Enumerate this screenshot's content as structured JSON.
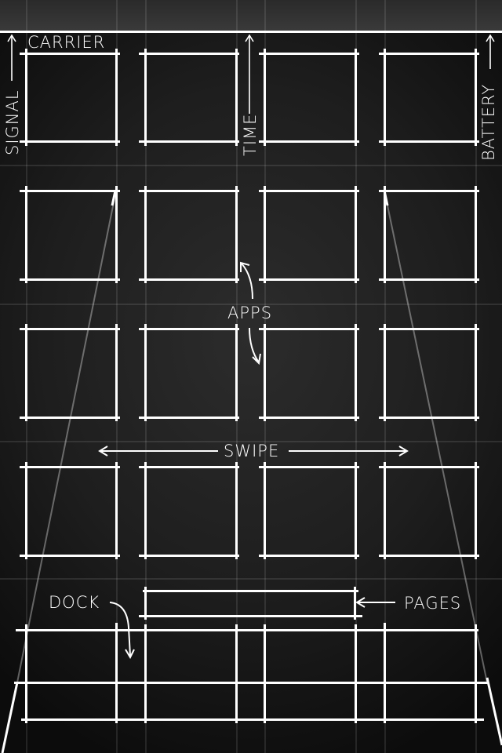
{
  "status_bar": {
    "signal_label": "SIGNAL",
    "carrier_label": "CARRIER",
    "time_label": "TIME",
    "battery_label": "BATTERY"
  },
  "annotations": {
    "apps_label": "APPS",
    "swipe_label": "SWIPE",
    "dock_label": "DOCK",
    "pages_label": "PAGES"
  },
  "home_grid": {
    "columns": 4,
    "rows": 4,
    "app_slots": [
      {
        "row": 1,
        "col": 1
      },
      {
        "row": 1,
        "col": 2
      },
      {
        "row": 1,
        "col": 3
      },
      {
        "row": 1,
        "col": 4
      },
      {
        "row": 2,
        "col": 1
      },
      {
        "row": 2,
        "col": 2
      },
      {
        "row": 2,
        "col": 3
      },
      {
        "row": 2,
        "col": 4
      },
      {
        "row": 3,
        "col": 1
      },
      {
        "row": 3,
        "col": 2
      },
      {
        "row": 3,
        "col": 3
      },
      {
        "row": 3,
        "col": 4
      },
      {
        "row": 4,
        "col": 1
      },
      {
        "row": 4,
        "col": 2
      },
      {
        "row": 4,
        "col": 3
      },
      {
        "row": 4,
        "col": 4
      }
    ]
  },
  "dock": {
    "slots": 4
  },
  "page_indicator": {
    "present": true
  },
  "colors": {
    "line": "#ffffff",
    "background": "#1e1e1e",
    "status_bar": "#333333"
  }
}
